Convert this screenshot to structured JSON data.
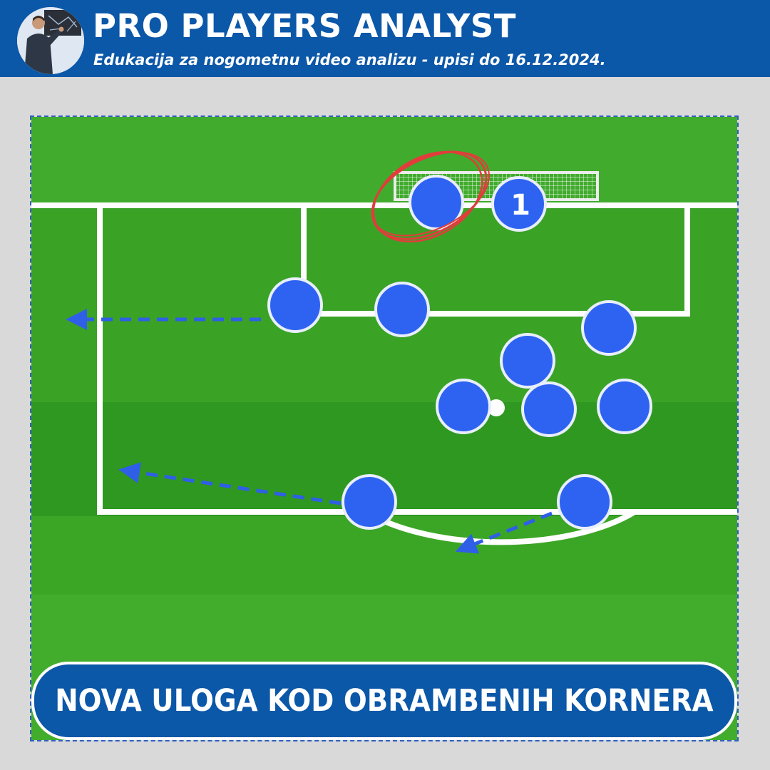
{
  "header": {
    "title": "PRO PLAYERS ANALYST",
    "subtitle": "Edukacija za nogometnu video analizu - upisi do 16.12.2024."
  },
  "diagram": {
    "goalkeeper_number": "1"
  },
  "caption": {
    "text": "NOVA ULOGA KOD OBRAMBENIH KORNERA"
  },
  "colors": {
    "header_bg": "#0b57a8",
    "pitch_green": "#3aa326",
    "player_blue": "#2e63f2",
    "arrow_blue": "#2f5fe6",
    "highlight_red": "#e23c3c"
  }
}
